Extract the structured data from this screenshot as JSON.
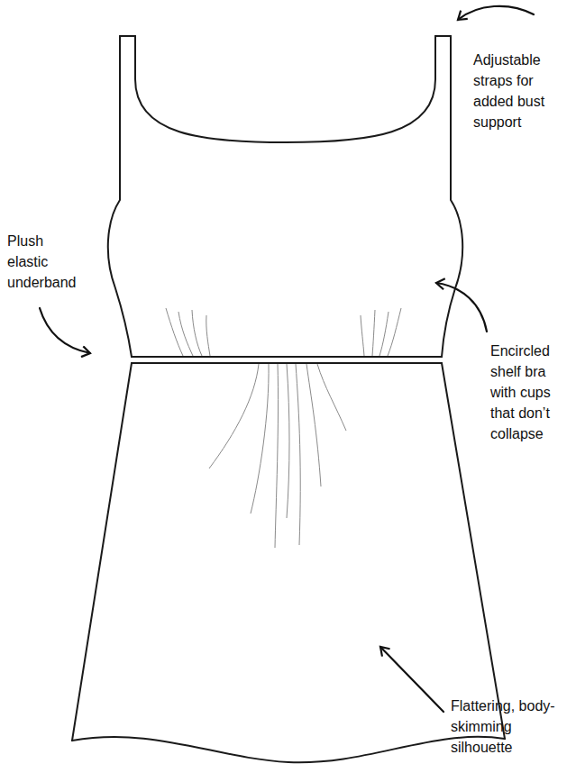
{
  "diagram": {
    "labels": [
      "Adjustable straps for added bust support",
      "Plush elastic underband",
      "Encircled shelf bra with cups that don’t collapse",
      "Flattering, body-skimming silhouette"
    ]
  }
}
